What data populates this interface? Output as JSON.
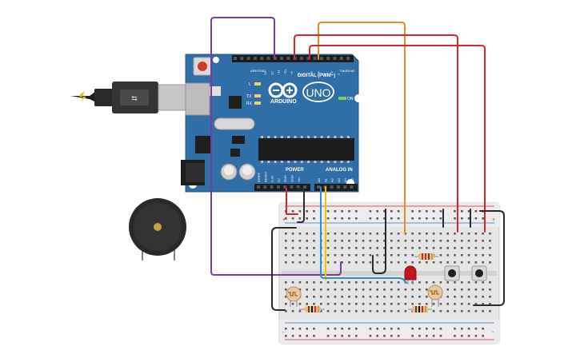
{
  "app": {
    "title": "Tinkercad Circuits"
  },
  "board": {
    "brand": "ARDUINO",
    "model": "UNO",
    "digital_header": "DIGITAL (PWM~)",
    "power_header": "POWER",
    "analog_header": "ANALOG IN",
    "on_label": "ON",
    "aref": "AREF",
    "gnd": "GND",
    "tx": "TX",
    "rx": "RX",
    "l": "L",
    "txrx": "TX▸1",
    "rx0": "RX◂0",
    "digital_pins": [
      "13",
      "12",
      "~11",
      "~10",
      "~9",
      "8",
      "7",
      "~6",
      "~5",
      "4",
      "~3",
      "2"
    ],
    "power_pins": [
      "IOREF",
      "RESET",
      "3.3V",
      "5V",
      "GND",
      "GND",
      "Vin"
    ],
    "analog_pins": [
      "A0",
      "A1",
      "A2",
      "A3",
      "A4",
      "A5"
    ]
  },
  "breadboard": {
    "plus": "+",
    "minus": "-"
  },
  "colors": {
    "board": "#2f6ea6",
    "wire_red": "#d9262b",
    "wire_orange": "#f08b1e",
    "wire_purple": "#7c3aa3",
    "wire_black": "#2b2b2b",
    "wire_yellow": "#f5c400",
    "wire_blue": "#2a8fd1"
  }
}
